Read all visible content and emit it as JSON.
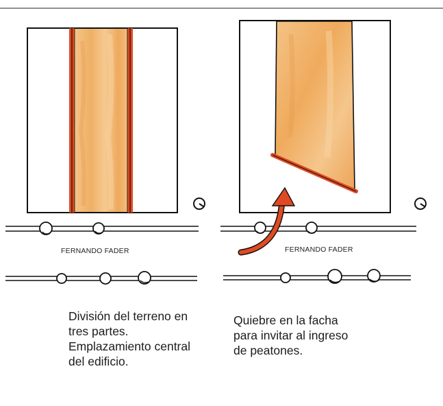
{
  "panels": [
    {
      "street_label": "FERNANDO FADER",
      "caption_lines": [
        "División del terreno en",
        "tres partes.",
        "Emplazamiento central",
        "del edificio."
      ]
    },
    {
      "street_label": "FERNANDO FADER",
      "caption_lines": [
        "Quiebre en la facha",
        "para invitar al ingreso",
        "de peatones."
      ]
    }
  ],
  "colors": {
    "building_fill": "#f2b46a",
    "accent_red": "#e04a22",
    "ink": "#1a1a1a",
    "top_rule": "#6a6a6a"
  }
}
